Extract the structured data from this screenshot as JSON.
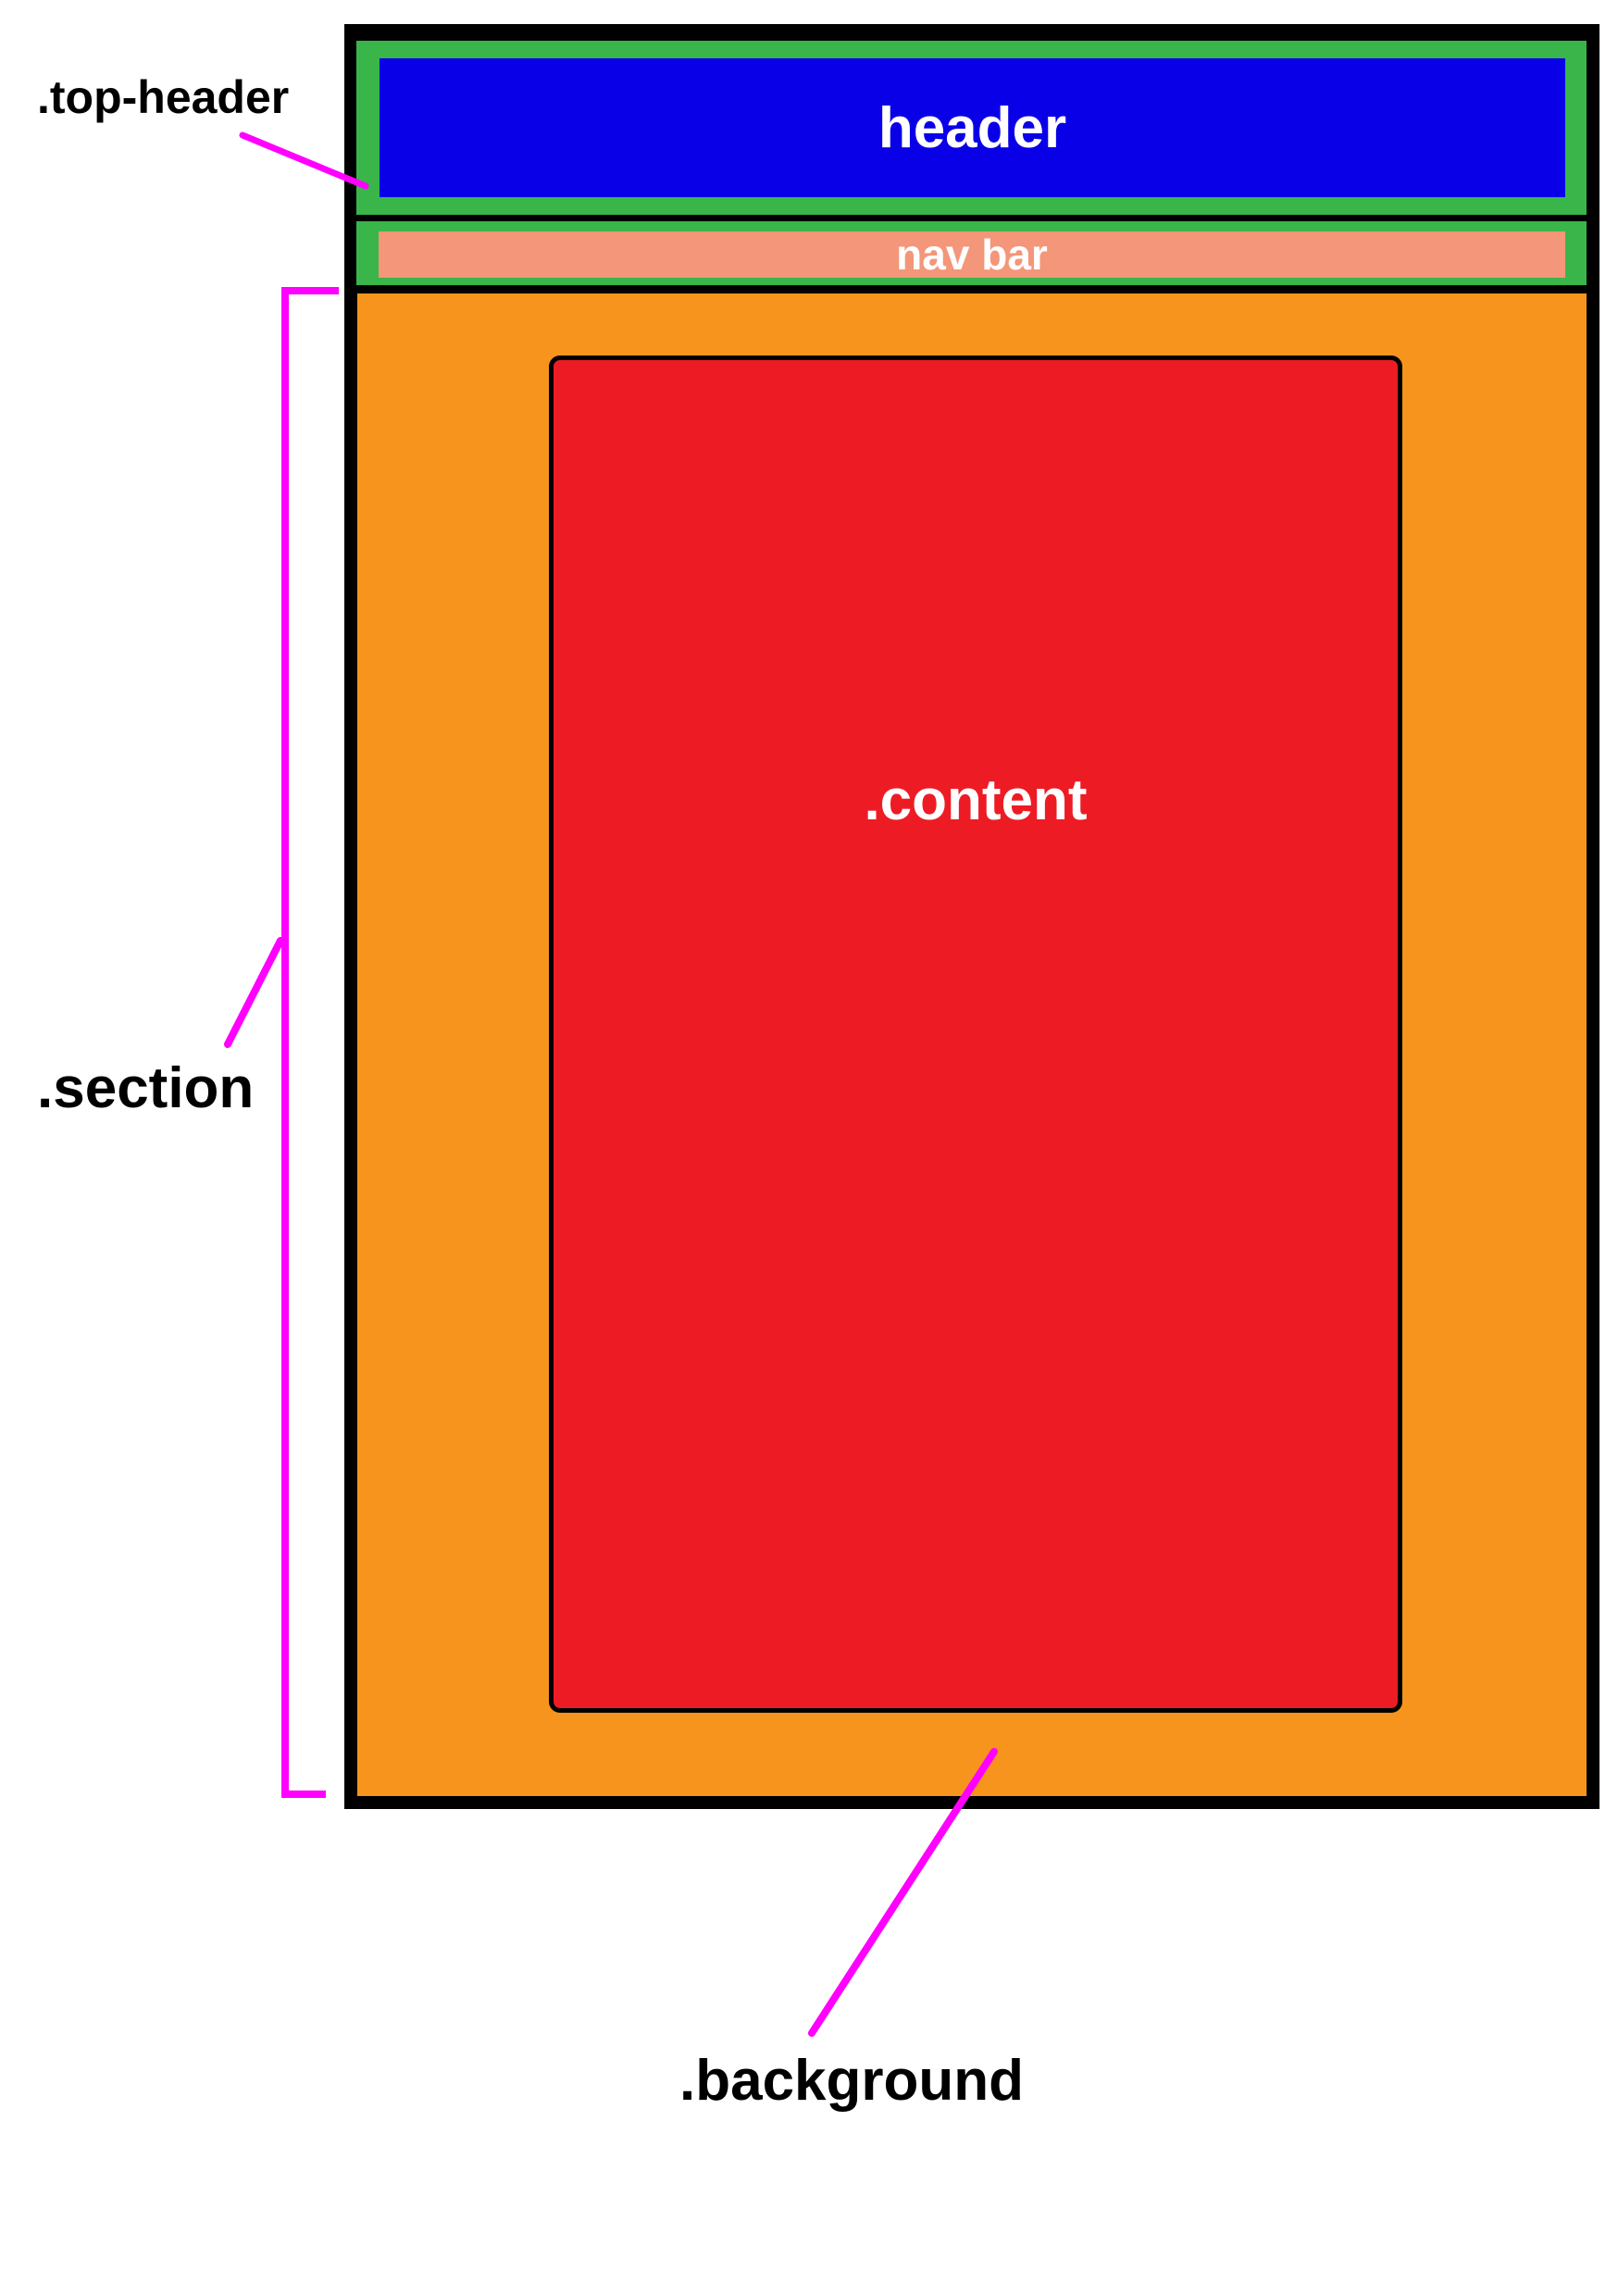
{
  "diagram": {
    "boxes": {
      "header": "header",
      "nav_bar": "nav bar",
      "content": ".content"
    },
    "annotations": {
      "top_header": ".top-header",
      "section": ".section",
      "background": ".background"
    },
    "colors": {
      "frame": "#000000",
      "wrapper_green": "#39b54a",
      "header_blue": "#0a00e8",
      "nav_salmon": "#f4967a",
      "background_orange": "#f7941d",
      "content_red": "#ed1c24",
      "annotation_magenta": "#ff00ff"
    }
  }
}
